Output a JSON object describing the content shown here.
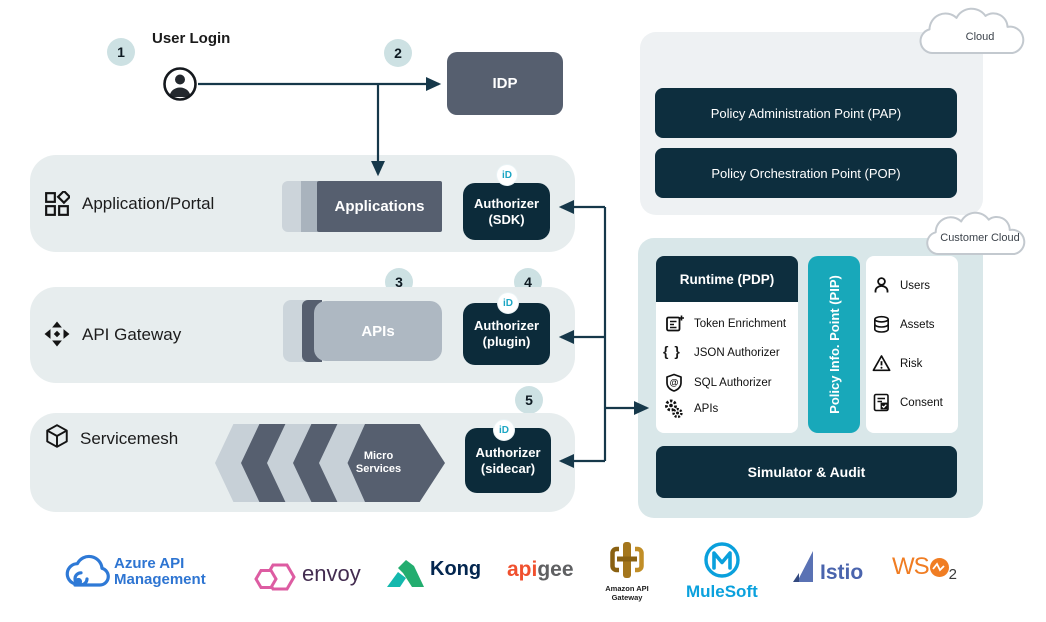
{
  "flow": {
    "badges": [
      "1",
      "2",
      "3",
      "4",
      "5"
    ],
    "user_login": "User Login",
    "idp": "IDP"
  },
  "rows": [
    {
      "label": "Application/Portal",
      "box": "Applications",
      "authorizer": "Authorizer",
      "authorizer_sub": "(SDK)"
    },
    {
      "label": "API Gateway",
      "box": "APIs",
      "authorizer": "Authorizer",
      "authorizer_sub": "(plugin)"
    },
    {
      "label": "Servicemesh",
      "box_line1": "Micro",
      "box_line2": "Services",
      "authorizer": "Authorizer",
      "authorizer_sub": "(sidecar)"
    }
  ],
  "cloud_panel": {
    "cloud_label": "Cloud",
    "pap": "Policy Administration Point (PAP)",
    "pop": "Policy Orchestration Point (POP)"
  },
  "customer_panel": {
    "cloud_label": "Customer Cloud",
    "runtime_title": "Runtime (PDP)",
    "runtime_items": [
      "Token Enrichment",
      "JSON Authorizer",
      "SQL Authorizer",
      "APIs"
    ],
    "json_brace_icon": "{ }",
    "pip": "Policy Info. Point (PIP)",
    "entities": [
      "Users",
      "Assets",
      "Risk",
      "Consent"
    ],
    "simulator": "Simulator & Audit"
  },
  "logos": {
    "azure_line1": "Azure API",
    "azure_line2": "Management",
    "envoy": "envoy",
    "kong": "Kong",
    "apigee_left": "api",
    "apigee_right": "gee",
    "amazon_line1": "Amazon API",
    "amazon_line2": "Gateway",
    "mulesoft": "MuleSoft",
    "istio": "Istio",
    "wso2_ws": "WS",
    "wso2_sub": "2"
  },
  "colors": {
    "navy": "#0d2e3e",
    "slate": "#565f6f",
    "teal": "#18a8ba",
    "row_bg": "#e7edee",
    "cloud_panel_bg": "#eef1f3",
    "customer_panel_bg": "#d9e7e9",
    "badge_bg": "#cde1e3",
    "connector": "#16384a",
    "light_chevron": "#c7d0d7"
  }
}
